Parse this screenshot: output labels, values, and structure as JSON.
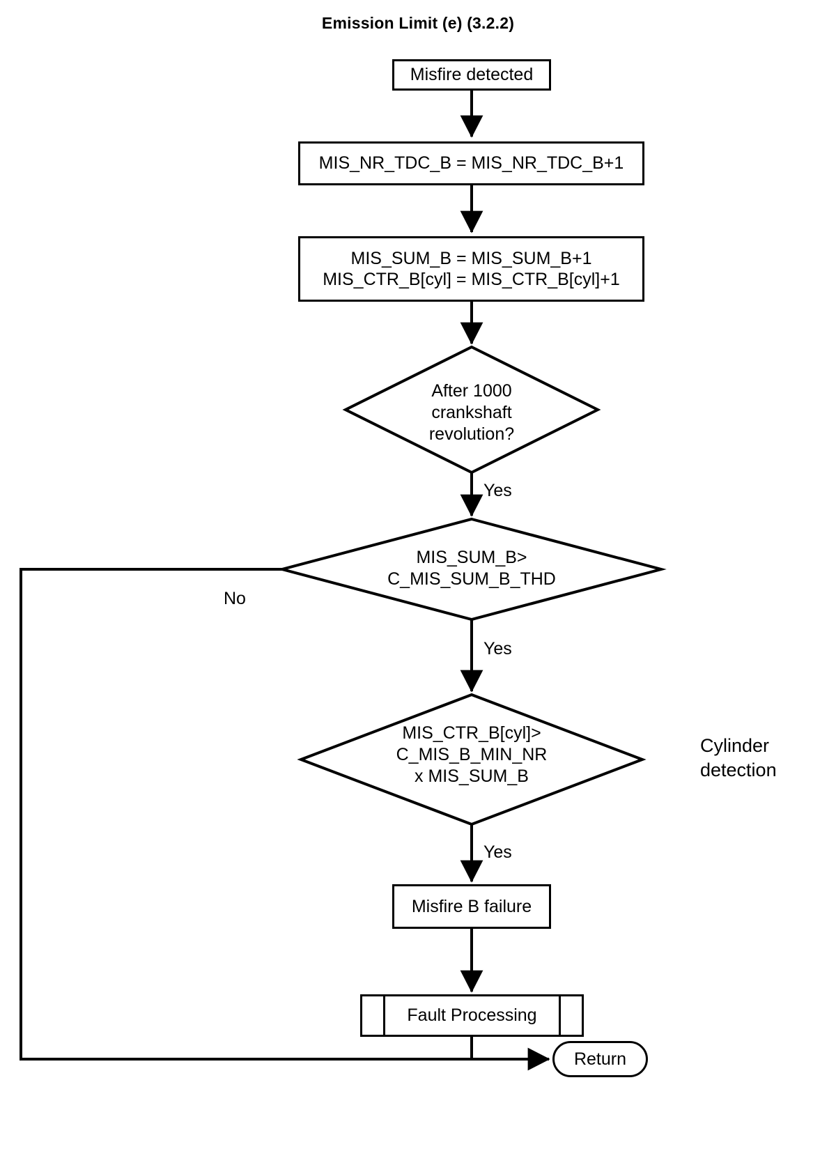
{
  "title": "Emission Limit (e) (3.2.2)",
  "colors": {
    "stroke": "#000000",
    "background": "#ffffff",
    "text": "#000000"
  },
  "nodes": {
    "start": {
      "type": "process",
      "label": "Misfire detected"
    },
    "inc_tdc": {
      "type": "process",
      "label": "MIS_NR_TDC_B = MIS_NR_TDC_B+1"
    },
    "inc_counters": {
      "type": "process",
      "label": "MIS_SUM_B = MIS_SUM_B+1\nMIS_CTR_B[cyl] = MIS_CTR_B[cyl]+1"
    },
    "decision_revolution": {
      "type": "decision",
      "label": "After 1000\ncrankshaft\nrevolution?"
    },
    "decision_sum": {
      "type": "decision",
      "label": "MIS_SUM_B>\nC_MIS_SUM_B_THD"
    },
    "decision_ctr": {
      "type": "decision",
      "label": "MIS_CTR_B[cyl]>\nC_MIS_B_MIN_NR\nx MIS_SUM_B"
    },
    "failure": {
      "type": "process",
      "label": "Misfire B failure"
    },
    "fault_processing": {
      "type": "predefined-process",
      "label": "Fault Processing"
    },
    "return": {
      "type": "terminator",
      "label": "Return"
    }
  },
  "edge_labels": {
    "revolution_yes": "Yes",
    "sum_yes": "Yes",
    "sum_no": "No",
    "ctr_yes": "Yes"
  },
  "annotations": {
    "cylinder_detection": "Cylinder\ndetection"
  },
  "chart_data": {
    "type": "diagram",
    "diagram_kind": "flowchart",
    "title": "Emission Limit (e) (3.2.2)",
    "orientation": "top-to-bottom",
    "nodes": [
      {
        "id": "start",
        "shape": "rectangle",
        "text": "Misfire detected"
      },
      {
        "id": "inc_tdc",
        "shape": "rectangle",
        "text": "MIS_NR_TDC_B = MIS_NR_TDC_B+1"
      },
      {
        "id": "inc_counters",
        "shape": "rectangle",
        "text": "MIS_SUM_B = MIS_SUM_B+1 / MIS_CTR_B[cyl] = MIS_CTR_B[cyl]+1"
      },
      {
        "id": "decision_revolution",
        "shape": "diamond",
        "text": "After 1000 crankshaft revolution?"
      },
      {
        "id": "decision_sum",
        "shape": "diamond",
        "text": "MIS_SUM_B> C_MIS_SUM_B_THD"
      },
      {
        "id": "decision_ctr",
        "shape": "diamond",
        "text": "MIS_CTR_B[cyl]> C_MIS_B_MIN_NR x MIS_SUM_B"
      },
      {
        "id": "failure",
        "shape": "rectangle",
        "text": "Misfire B failure"
      },
      {
        "id": "fault_processing",
        "shape": "predefined-process",
        "text": "Fault Processing"
      },
      {
        "id": "return",
        "shape": "terminator",
        "text": "Return"
      }
    ],
    "edges": [
      {
        "from": "start",
        "to": "inc_tdc",
        "label": ""
      },
      {
        "from": "inc_tdc",
        "to": "inc_counters",
        "label": ""
      },
      {
        "from": "inc_counters",
        "to": "decision_revolution",
        "label": ""
      },
      {
        "from": "decision_revolution",
        "to": "decision_sum",
        "label": "Yes"
      },
      {
        "from": "decision_sum",
        "to": "decision_ctr",
        "label": "Yes"
      },
      {
        "from": "decision_sum",
        "to": "return",
        "label": "No"
      },
      {
        "from": "decision_ctr",
        "to": "failure",
        "label": "Yes"
      },
      {
        "from": "failure",
        "to": "fault_processing",
        "label": ""
      },
      {
        "from": "fault_processing",
        "to": "return",
        "label": ""
      }
    ],
    "annotations": [
      {
        "target": "decision_ctr",
        "text": "Cylinder detection",
        "position": "right"
      }
    ]
  }
}
